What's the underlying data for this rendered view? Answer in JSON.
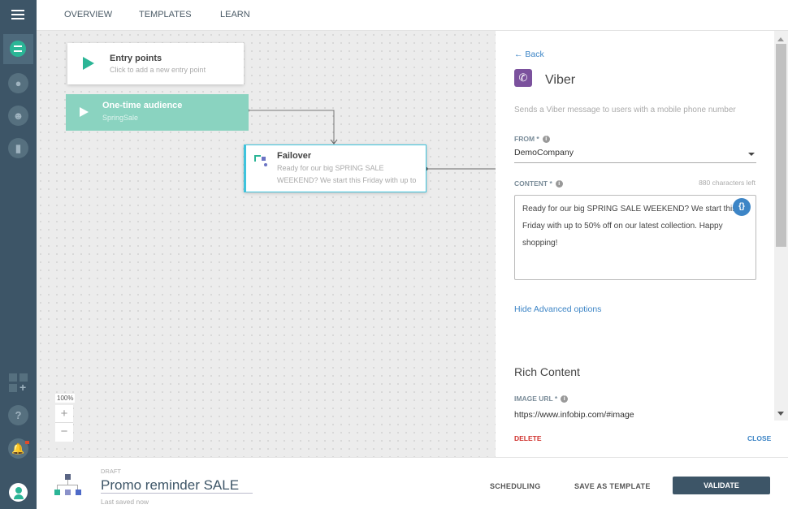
{
  "nav": {
    "tabs": [
      "OVERVIEW",
      "TEMPLATES",
      "LEARN"
    ]
  },
  "sidebar": {
    "items": [
      "menu-icon",
      "flows-icon",
      "conversations-icon",
      "people-icon",
      "analytics-icon"
    ],
    "bottom": [
      "apps-icon",
      "help-icon",
      "notifications-icon",
      "user-icon"
    ],
    "help": "?"
  },
  "canvas": {
    "entry": {
      "title": "Entry points",
      "subtitle": "Click to add a new entry point"
    },
    "audience": {
      "title": "One-time audience",
      "subtitle": "SpringSale"
    },
    "failover": {
      "title": "Failover",
      "line1": "Ready for our big SPRING SALE",
      "line2": "WEEKEND? We start this Friday with up to"
    },
    "zoom": {
      "level": "100%",
      "plus": "+",
      "minus": "−"
    }
  },
  "panel": {
    "back": "← Back",
    "title": "Viber",
    "description": "Sends a Viber message to users with a mobile phone number",
    "from_label": "FROM *",
    "from_value": "DemoCompany",
    "content_label": "CONTENT *",
    "chars_left": "880 characters left",
    "content_value": "Ready for our big SPRING SALE WEEKEND? We start this Friday with up to 50% off on our latest collection. Happy shopping!",
    "placeholder_btn": "{}",
    "advanced": "Hide Advanced options",
    "rich_title": "Rich Content",
    "image_url_label": "IMAGE URL *",
    "image_url_value": "https://www.infobip.com/#image",
    "delete": "DELETE",
    "close": "CLOSE"
  },
  "bottom": {
    "status": "DRAFT",
    "name": "Promo reminder SALE",
    "saved": "Last saved now",
    "scheduling": "SCHEDULING",
    "save_template": "SAVE AS TEMPLATE",
    "validate": "VALIDATE"
  },
  "colors": {
    "sidebar": "#3d5567",
    "accent": "#2bb596",
    "link": "#3d85c6",
    "viber": "#7b519d",
    "delete": "#d0312d",
    "validate": "#3d5567"
  }
}
